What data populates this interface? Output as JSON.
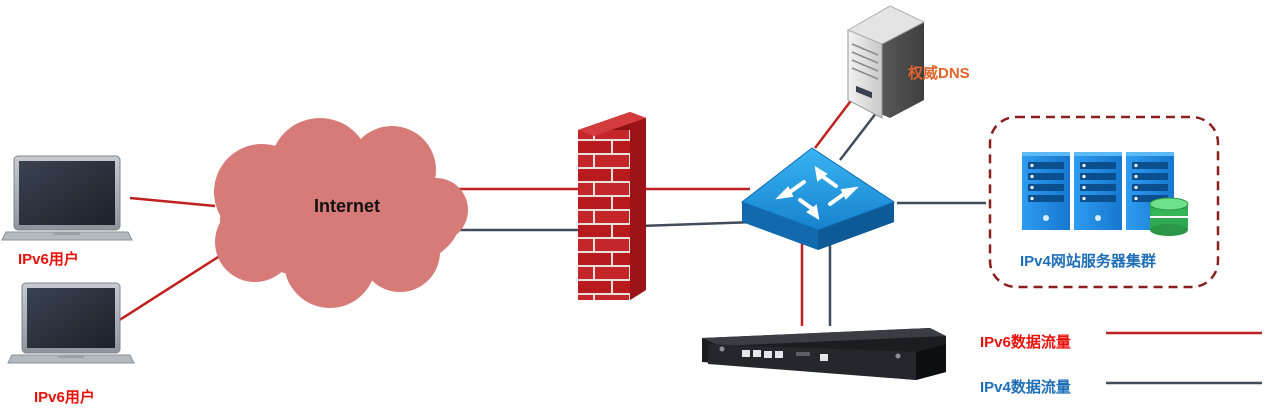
{
  "colors": {
    "ipv6": "#c0201e",
    "ipv4": "#414c5a",
    "cloud": "#d77b78",
    "router_top": "#1f9be0",
    "server_blue": "#1e88d8",
    "cluster_border": "#8a1f1f",
    "ipv6_label": "#e8120c",
    "ipv4_label": "#1e6fb8"
  },
  "nodes": {
    "laptop_top": {
      "label": "IPv6用户",
      "icon": "laptop-icon"
    },
    "laptop_bottom": {
      "label": "IPv6用户",
      "icon": "laptop-icon"
    },
    "internet": {
      "label": "Internet",
      "icon": "cloud-icon"
    },
    "firewall": {
      "icon": "firewall-icon"
    },
    "router": {
      "icon": "router-icon"
    },
    "dns": {
      "label": "权威DNS",
      "icon": "dns-server-icon"
    },
    "cluster": {
      "label": "IPv4网站服务器集群",
      "icon": "server-rack-icon"
    },
    "gateway": {
      "icon": "rack-appliance-icon"
    }
  },
  "legend": {
    "ipv6": {
      "label": "IPv6数据流量"
    },
    "ipv4": {
      "label": "IPv4数据流量"
    }
  }
}
